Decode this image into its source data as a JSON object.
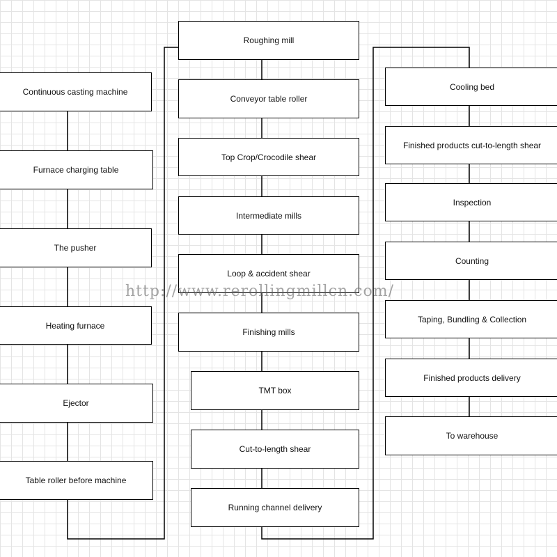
{
  "diagram": {
    "left_column": [
      "Continuous casting machine",
      "Furnace charging table",
      "The pusher",
      "Heating furnace",
      "Ejector",
      "Table roller before machine"
    ],
    "middle_column": [
      "Roughing mill",
      "Conveyor table roller",
      "Top Crop/Crocodile shear",
      "Intermediate mills",
      "Loop & accident shear",
      "Finishing mills",
      "TMT box",
      "Cut-to-length shear",
      "Running channel delivery"
    ],
    "right_column": [
      "Cooling bed",
      "Finished products cut-to-length shear",
      "Inspection",
      "Counting",
      "Taping, Bundling & Collection",
      "Finished products delivery",
      "To warehouse"
    ]
  },
  "watermark": "http://www.rerollingmillcn.com/",
  "colors": {
    "line": "#000000",
    "grid": "#e4e4e4",
    "box_fill": "#ffffff"
  }
}
